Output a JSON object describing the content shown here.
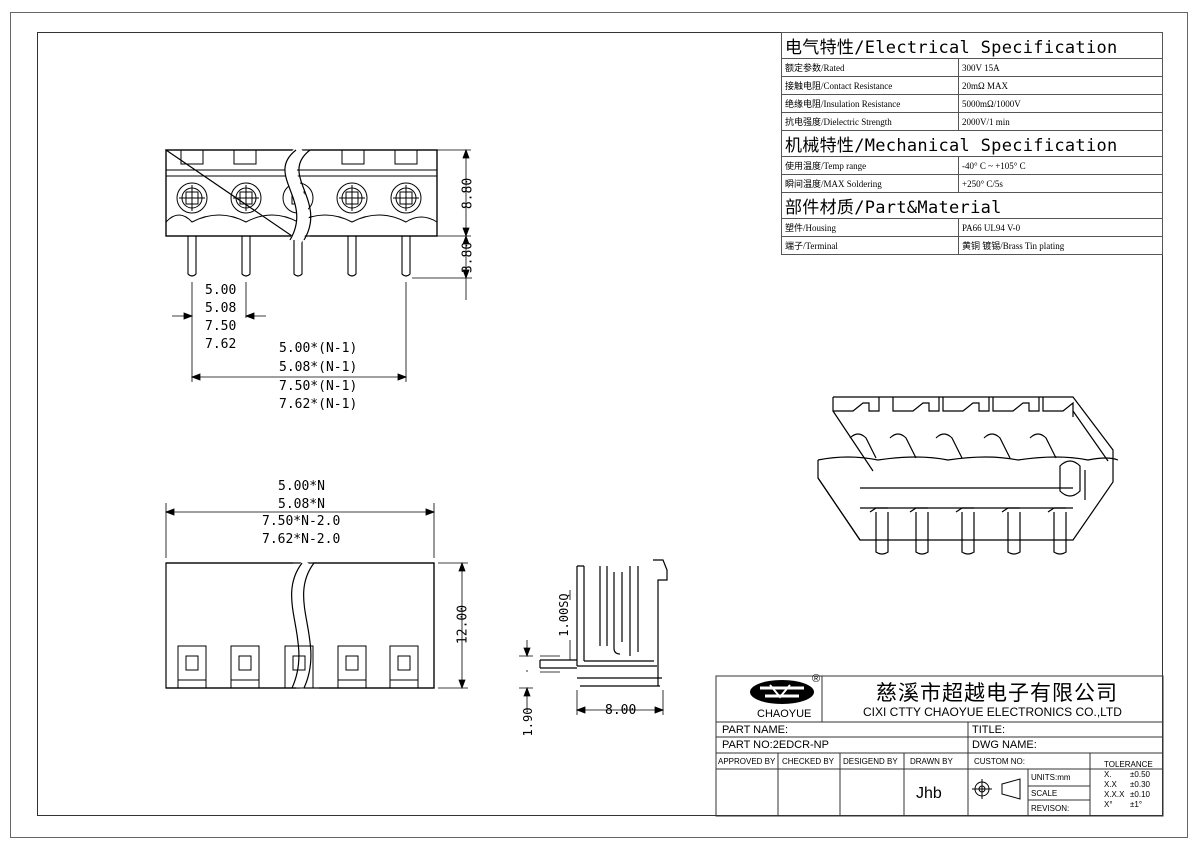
{
  "spec_table": {
    "electrical_header": "电气特性/Electrical Specification",
    "electrical_rows": [
      {
        "label": "额定参数/Rated",
        "value": "300V  15A"
      },
      {
        "label": "接触电阻/Contact Resistance",
        "value": "20mΩ MAX"
      },
      {
        "label": "绝缘电阻/Insulation Resistance",
        "value": "5000mΩ/1000V"
      },
      {
        "label": "抗电强度/Dielectric Strength",
        "value": "2000V/1 min"
      }
    ],
    "mechanical_header": "机械特性/Mechanical Specification",
    "mechanical_rows": [
      {
        "label": "使用温度/Temp range",
        "value": "-40° C ~ +105° C"
      },
      {
        "label": "瞬间温度/MAX Soldering",
        "value": "+250° C/5s"
      }
    ],
    "material_header": "部件材质/Part&Material",
    "material_rows": [
      {
        "label": "塑件/Housing",
        "value": "PA66 UL94 V-0"
      },
      {
        "label": "端子/Terminal",
        "value": "黄铜 镀锡/Brass Tin plating"
      }
    ]
  },
  "dims": {
    "height_body": "8.80",
    "height_pin": "3.80",
    "pitch": [
      "5.00",
      "5.08",
      "7.50",
      "7.62"
    ],
    "span": [
      "5.00*(N-1)",
      "5.08*(N-1)",
      "7.50*(N-1)",
      "7.62*(N-1)"
    ],
    "width": [
      "5.00*N",
      "5.08*N",
      "7.50*N-2.0",
      "7.62*N-2.0"
    ],
    "front_height": "12.00",
    "pin_square": "1.00SQ",
    "pin_offset": "1.90",
    "depth": "8.00"
  },
  "title_block": {
    "logo_text": "CHAOYUE",
    "registered": "®",
    "company_cn": "慈溪市超越电子有限公司",
    "company_en": "CIXI CTTY CHAOYUE ELECTRONICS CO.,LTD",
    "part_name": "PART NAME:",
    "title": "TITLE:",
    "part_no": "PART NO:2EDCR-NP",
    "dwg_name": "DWG NAME:",
    "approved_by": "APPROVED BY",
    "checked_by": "CHECKED BY",
    "designed_by": "DESIGEND BY",
    "drawn_by": "DRAWN BY",
    "drawn_name": "Jhb",
    "custom_no": "CUSTOM NO:",
    "units": "UNITS:mm",
    "scale": "SCALE",
    "revision": "REVISON:",
    "tolerance_title": "TOLERANCE",
    "tolerances": [
      {
        "k": "X.",
        "v": "±0.50"
      },
      {
        "k": "X.X",
        "v": "±0.30"
      },
      {
        "k": "X.X.X",
        "v": "±0.10"
      },
      {
        "k": "X°",
        "v": "±1°"
      }
    ]
  }
}
